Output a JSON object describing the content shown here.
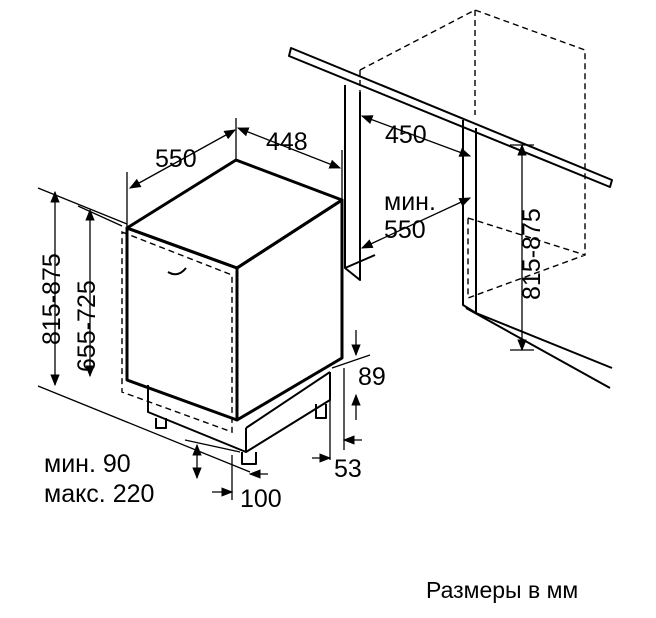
{
  "dimensions": {
    "appliance_depth": "550",
    "appliance_width": "448",
    "niche_width": "450",
    "min_label": "мин.",
    "niche_min_depth": "550",
    "height_range_total": "815-875",
    "height_range_body": "655-725",
    "niche_height_range": "815-875",
    "plinth_89": "89",
    "plinth_53": "53",
    "toe_kick_min": "мин. 90",
    "toe_kick_max": "макс. 220",
    "toe_kick_depth": "100"
  },
  "caption": "Размеры в мм"
}
